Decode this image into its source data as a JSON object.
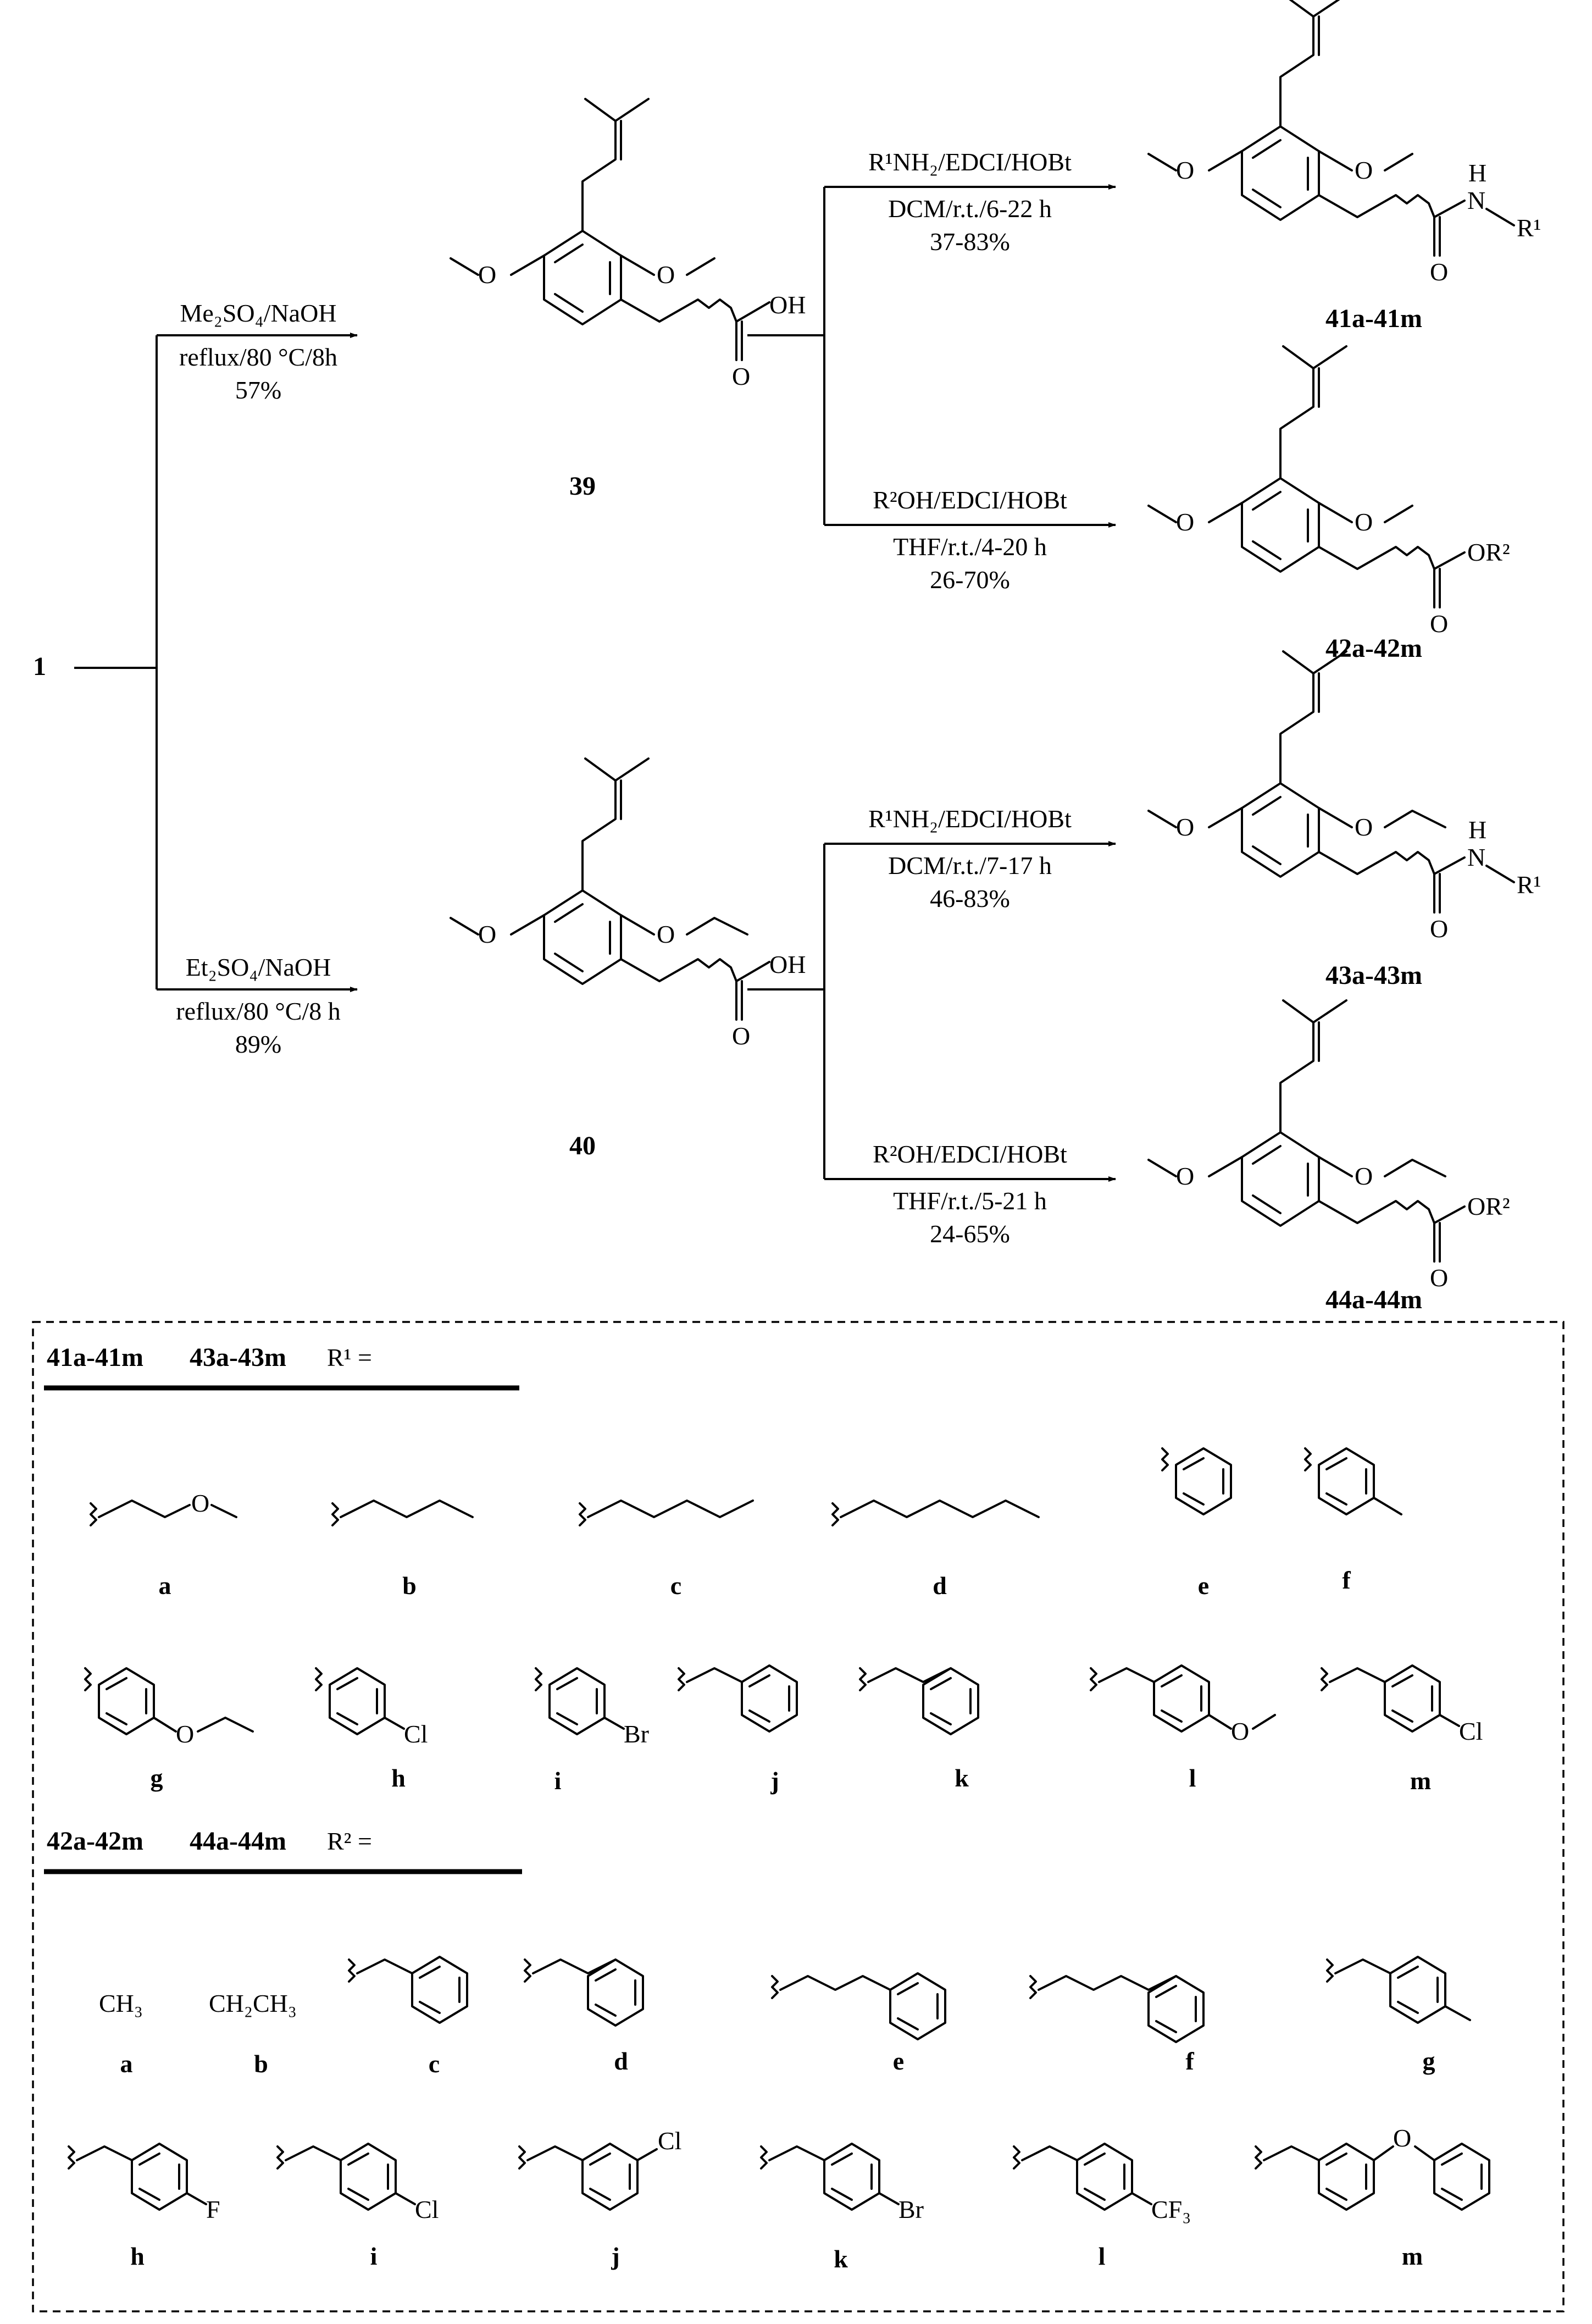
{
  "start": {
    "label": "1"
  },
  "step_top": {
    "reagent_line1": "Me₂SO₄/NaOH",
    "reagent_line2": "reflux/80 °C/8h",
    "yield": "57%"
  },
  "step_bottom": {
    "reagent_line1": "Et₂SO₄/NaOH",
    "reagent_line2": "reflux/80 °C/8 h",
    "yield": "89%"
  },
  "intermediates": {
    "top": "39",
    "bottom": "40"
  },
  "reactions": [
    {
      "reagent": "R¹NH₂/EDCI/HOBt",
      "conditions": "DCM/r.t./6-22 h",
      "yield": "37-83%",
      "product": "41a-41m"
    },
    {
      "reagent": "R²OH/EDCI/HOBt",
      "conditions": "THF/r.t./4-20 h",
      "yield": "26-70%",
      "product": "42a-42m"
    },
    {
      "reagent": "R¹NH₂/EDCI/HOBt",
      "conditions": "DCM/r.t./7-17 h",
      "yield": "46-83%",
      "product": "43a-43m"
    },
    {
      "reagent": "R²OH/EDCI/HOBt",
      "conditions": "THF/r.t./5-21 h",
      "yield": "24-65%",
      "product": "44a-44m"
    }
  ],
  "atoms": {
    "O": "O",
    "OH": "OH",
    "H": "H",
    "N": "N",
    "R1": "R¹",
    "OR2": "OR²",
    "Cl": "Cl",
    "Br": "Br",
    "F": "F",
    "CF3": "CF₃"
  },
  "r1_table": {
    "header_a": "41a-41m",
    "header_b": "43a-43m",
    "header_r": "R¹ =",
    "labels": [
      "a",
      "b",
      "c",
      "d",
      "e",
      "f",
      "g",
      "h",
      "i",
      "j",
      "k",
      "l",
      "m"
    ]
  },
  "r2_table": {
    "header_a": "42a-42m",
    "header_b": "44a-44m",
    "header_r": "R² =",
    "text_a": "CH₃",
    "text_b": "CH₂CH₃",
    "labels": [
      "a",
      "b",
      "c",
      "d",
      "e",
      "f",
      "g",
      "h",
      "i",
      "j",
      "k",
      "l",
      "m"
    ]
  }
}
